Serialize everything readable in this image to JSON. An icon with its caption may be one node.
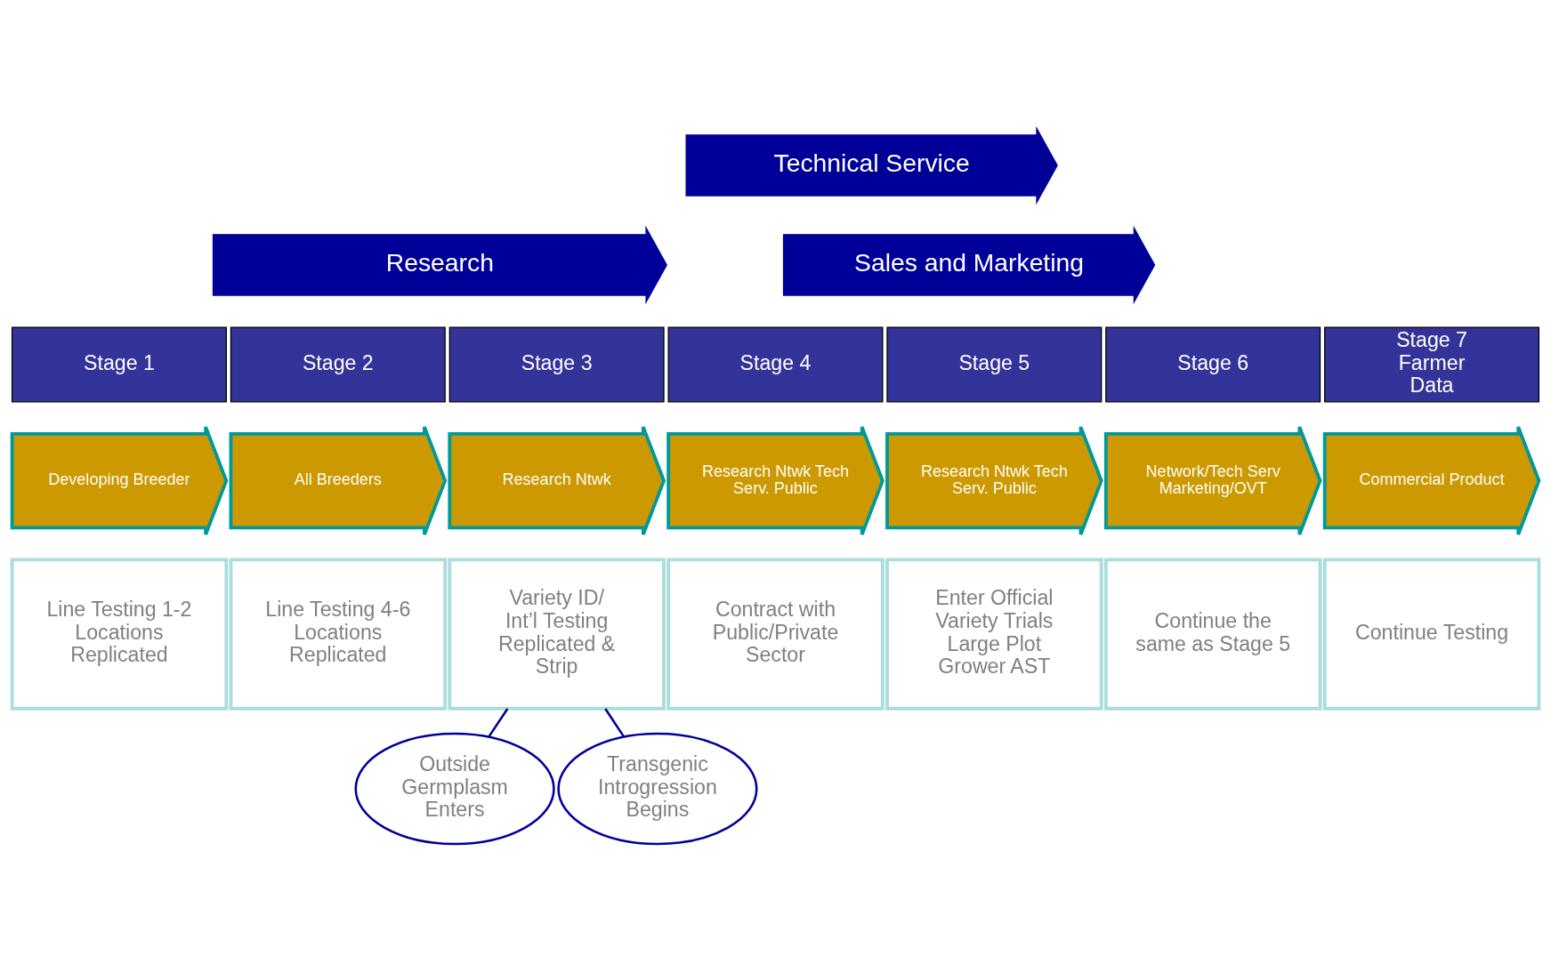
{
  "diagram": {
    "nodes": [
      {
        "text": [
          "Technical Service"
        ]
      },
      {
        "text": [
          "Research"
        ]
      },
      {
        "text": [
          "Sales and Marketing"
        ]
      },
      {
        "text": [
          "Stage 1"
        ]
      },
      {
        "text": [
          "Stage 2"
        ]
      },
      {
        "text": [
          "Stage 3"
        ]
      },
      {
        "text": [
          "Stage 4"
        ]
      },
      {
        "text": [
          "Stage 5"
        ]
      },
      {
        "text": [
          "Stage 6"
        ]
      },
      {
        "text": [
          "Stage 7 Farmer Data"
        ]
      },
      {
        "text": [
          "Developing Breeder"
        ]
      },
      {
        "text": [
          "All Breeders"
        ]
      },
      {
        "text": [
          "Research Ntwk"
        ]
      },
      {
        "text": [
          "Research Ntwk Tech Serv. Public"
        ]
      },
      {
        "text": [
          "Research Ntwk Tech Serv. Public"
        ]
      },
      {
        "text": [
          "Network/Tech Serv Marketing/OVT"
        ]
      },
      {
        "text": [
          "Commercial Product"
        ]
      },
      {
        "text": [
          "Line Testing 1-2 Locations Replicated"
        ]
      },
      {
        "text": [
          "Line Testing 4-6 Locations Replicated"
        ]
      },
      {
        "text": [
          "Variety ID/ Int’l Testing Replicated & Strip"
        ]
      },
      {
        "text": [
          "Contract with Public/Private Sector"
        ]
      },
      {
        "text": [
          "Enter Official Variety Trials Large Plot Grower AST"
        ]
      },
      {
        "text": [
          "Continue the same as Stage 5"
        ]
      },
      {
        "text": [
          "Continue Testing"
        ]
      },
      {
        "text": [
          "Outside Germplasm Enters"
        ]
      },
      {
        "text": [
          "Transgenic Introgression Begins"
        ]
      }
    ],
    "edges": [
      {
        "from": 19,
        "to": 24,
        "arrow": "none"
      },
      {
        "from": 19,
        "to": 25,
        "arrow": "none"
      }
    ]
  }
}
